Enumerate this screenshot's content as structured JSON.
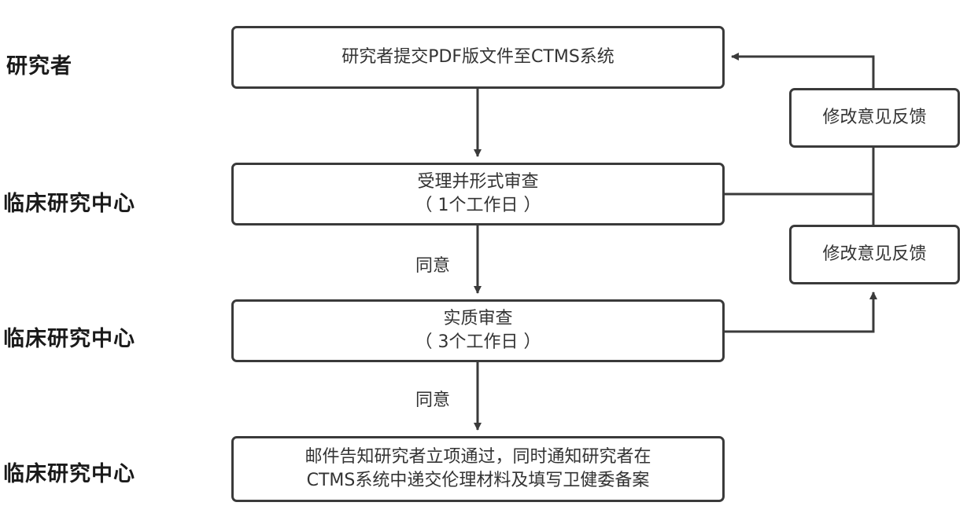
{
  "roles": [
    "研究者",
    "临床研究中心",
    "临床研究中心",
    "临床研究中心"
  ],
  "steps": {
    "submit": {
      "line1": "研究者提交PDF版文件至CTMS系统"
    },
    "formal_review": {
      "line1": "受理并形式审查",
      "line2": "（ 1个工作日 ）"
    },
    "substantive_review": {
      "line1": "实质审查",
      "line2": "（ 3个工作日 ）"
    },
    "notify": {
      "line1": "邮件告知研究者立项通过，同时通知研究者在",
      "line2": "CTMS系统中递交伦理材料及填写卫健委备案"
    }
  },
  "feedback": {
    "upper": "修改意见反馈",
    "lower": "修改意见反馈"
  },
  "edges": {
    "agree_1": "同意",
    "agree_2": "同意"
  }
}
